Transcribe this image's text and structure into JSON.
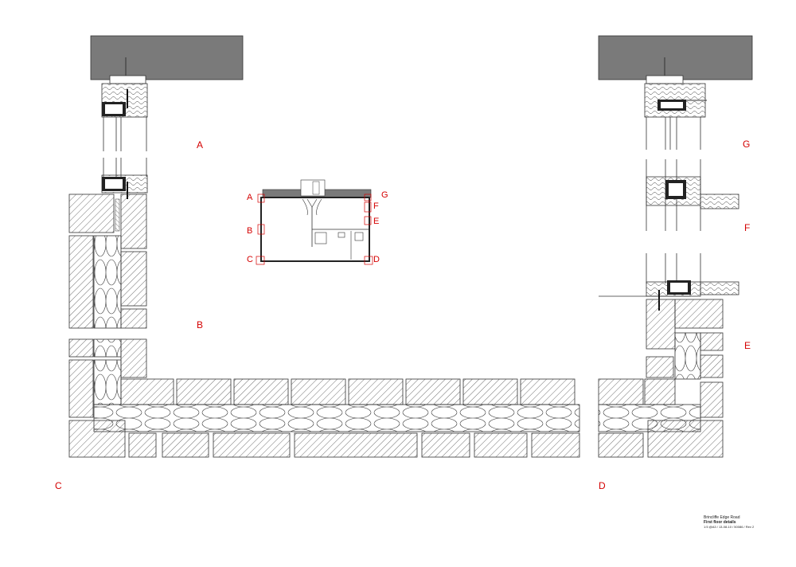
{
  "labels": {
    "A": "A",
    "B": "B",
    "C": "C",
    "D": "D",
    "E": "E",
    "F": "F",
    "G": "G"
  },
  "title_block": {
    "line1": "Brincliffe Edge Road",
    "line2": "First floor details",
    "line3": "1:5 @A3 / 13-08-10 / 50086 / Rev 2"
  },
  "colors": {
    "label_red": "#d40000",
    "slab_grey": "#7a7a7a",
    "line": "#222222"
  }
}
